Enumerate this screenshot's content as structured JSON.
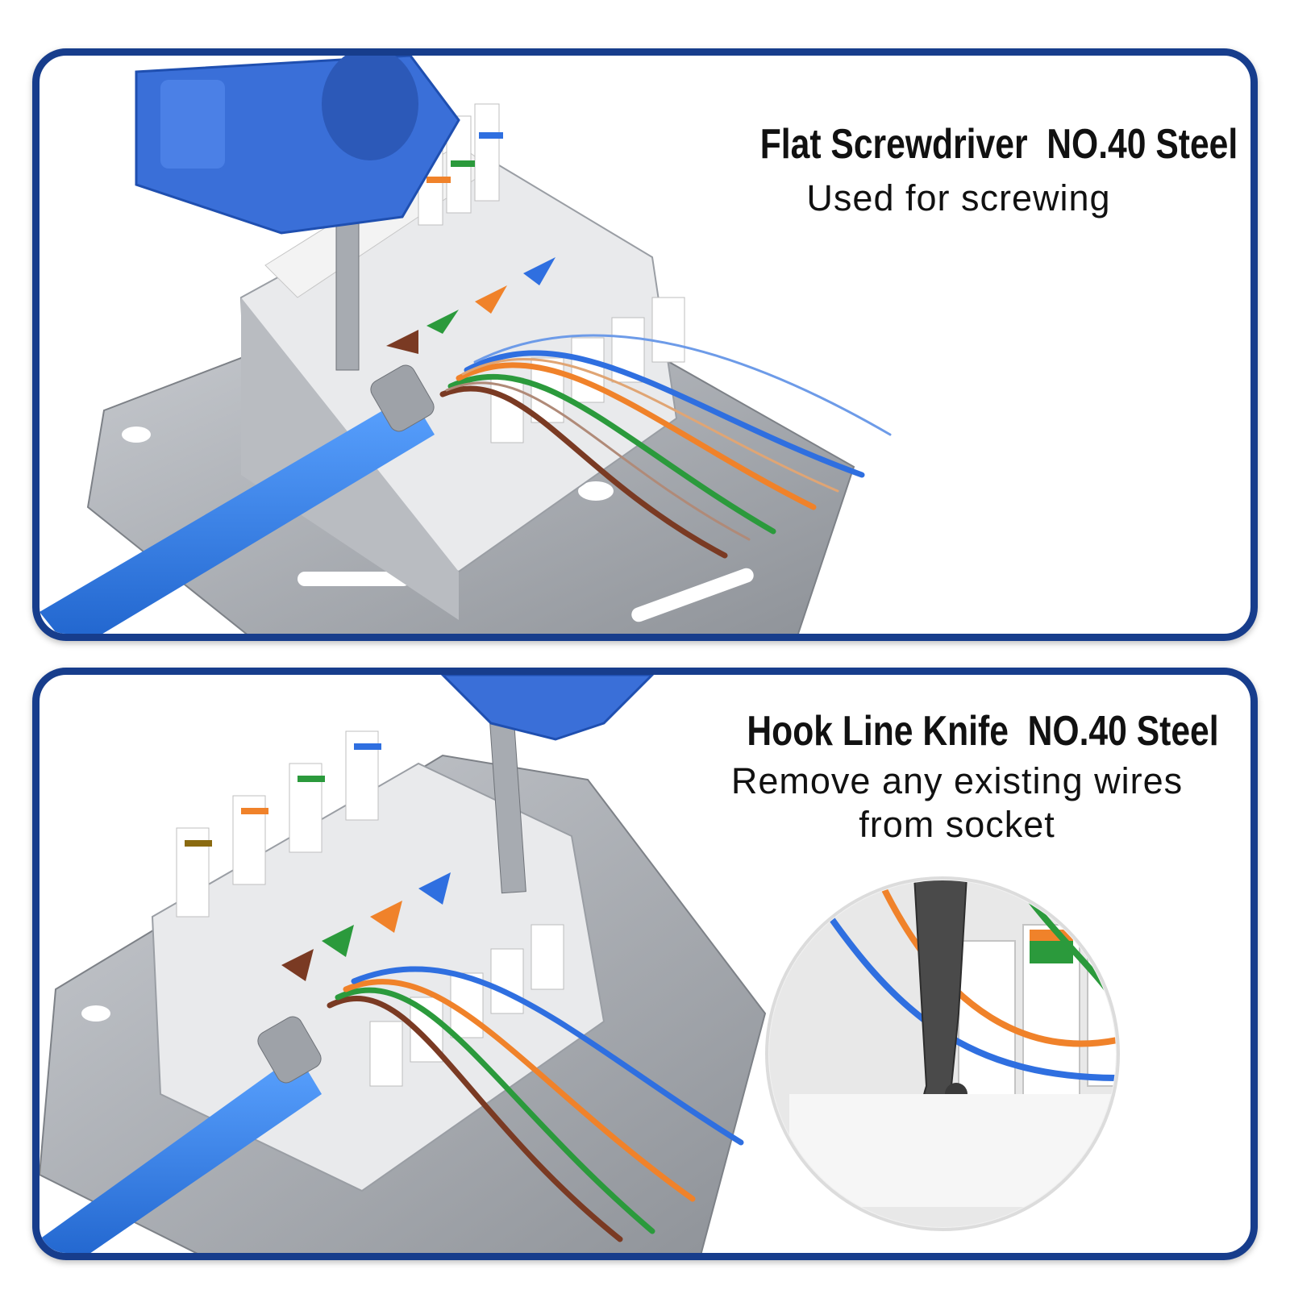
{
  "panels": [
    {
      "heading": "Flat Screwdriver  NO.40 Steel",
      "description": [
        "Used for screwing"
      ],
      "tool_icon": "flat-screwdriver-icon"
    },
    {
      "heading": "Hook Line Knife  NO.40 Steel",
      "description": [
        "Remove any existing wires",
        "from socket"
      ],
      "tool_icon": "hook-line-knife-icon"
    }
  ],
  "colors": {
    "border": "#173d8c",
    "tool_blue": "#3a6fd8",
    "cable_blue": "#2f7ee6",
    "wire_brown": "#7a3a23",
    "wire_green": "#2b9a3c",
    "wire_orange": "#f0822a",
    "wire_blue": "#2f6fe0",
    "metal_gray": "#a9adb3"
  }
}
